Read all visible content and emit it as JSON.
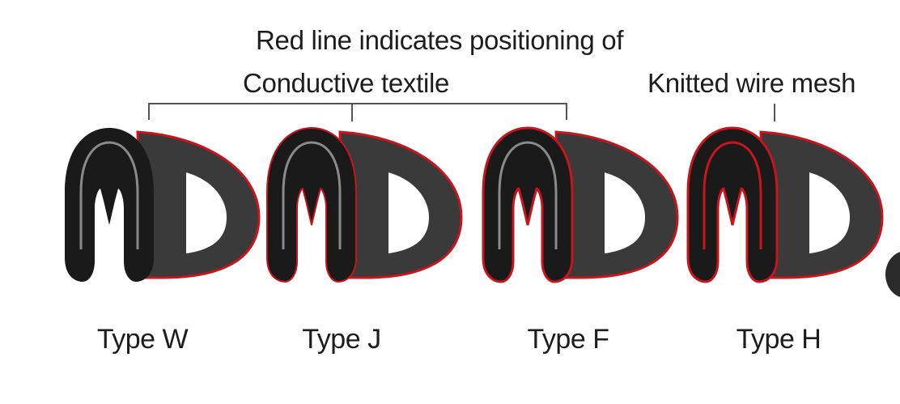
{
  "annotations": {
    "title_line1": "Red line indicates positioning of",
    "conductive": "Conductive textile",
    "knitted": "Knitted wire mesh"
  },
  "types": [
    {
      "label": "Type W"
    },
    {
      "label": "Type J"
    },
    {
      "label": "Type F"
    },
    {
      "label": "Type H"
    }
  ],
  "colors": {
    "body": "#1a1a1a",
    "bulb": "#3a3a3a",
    "highlight": "#8a8a8a",
    "conductive_line": "#c8141c",
    "bracket": "#555555"
  }
}
